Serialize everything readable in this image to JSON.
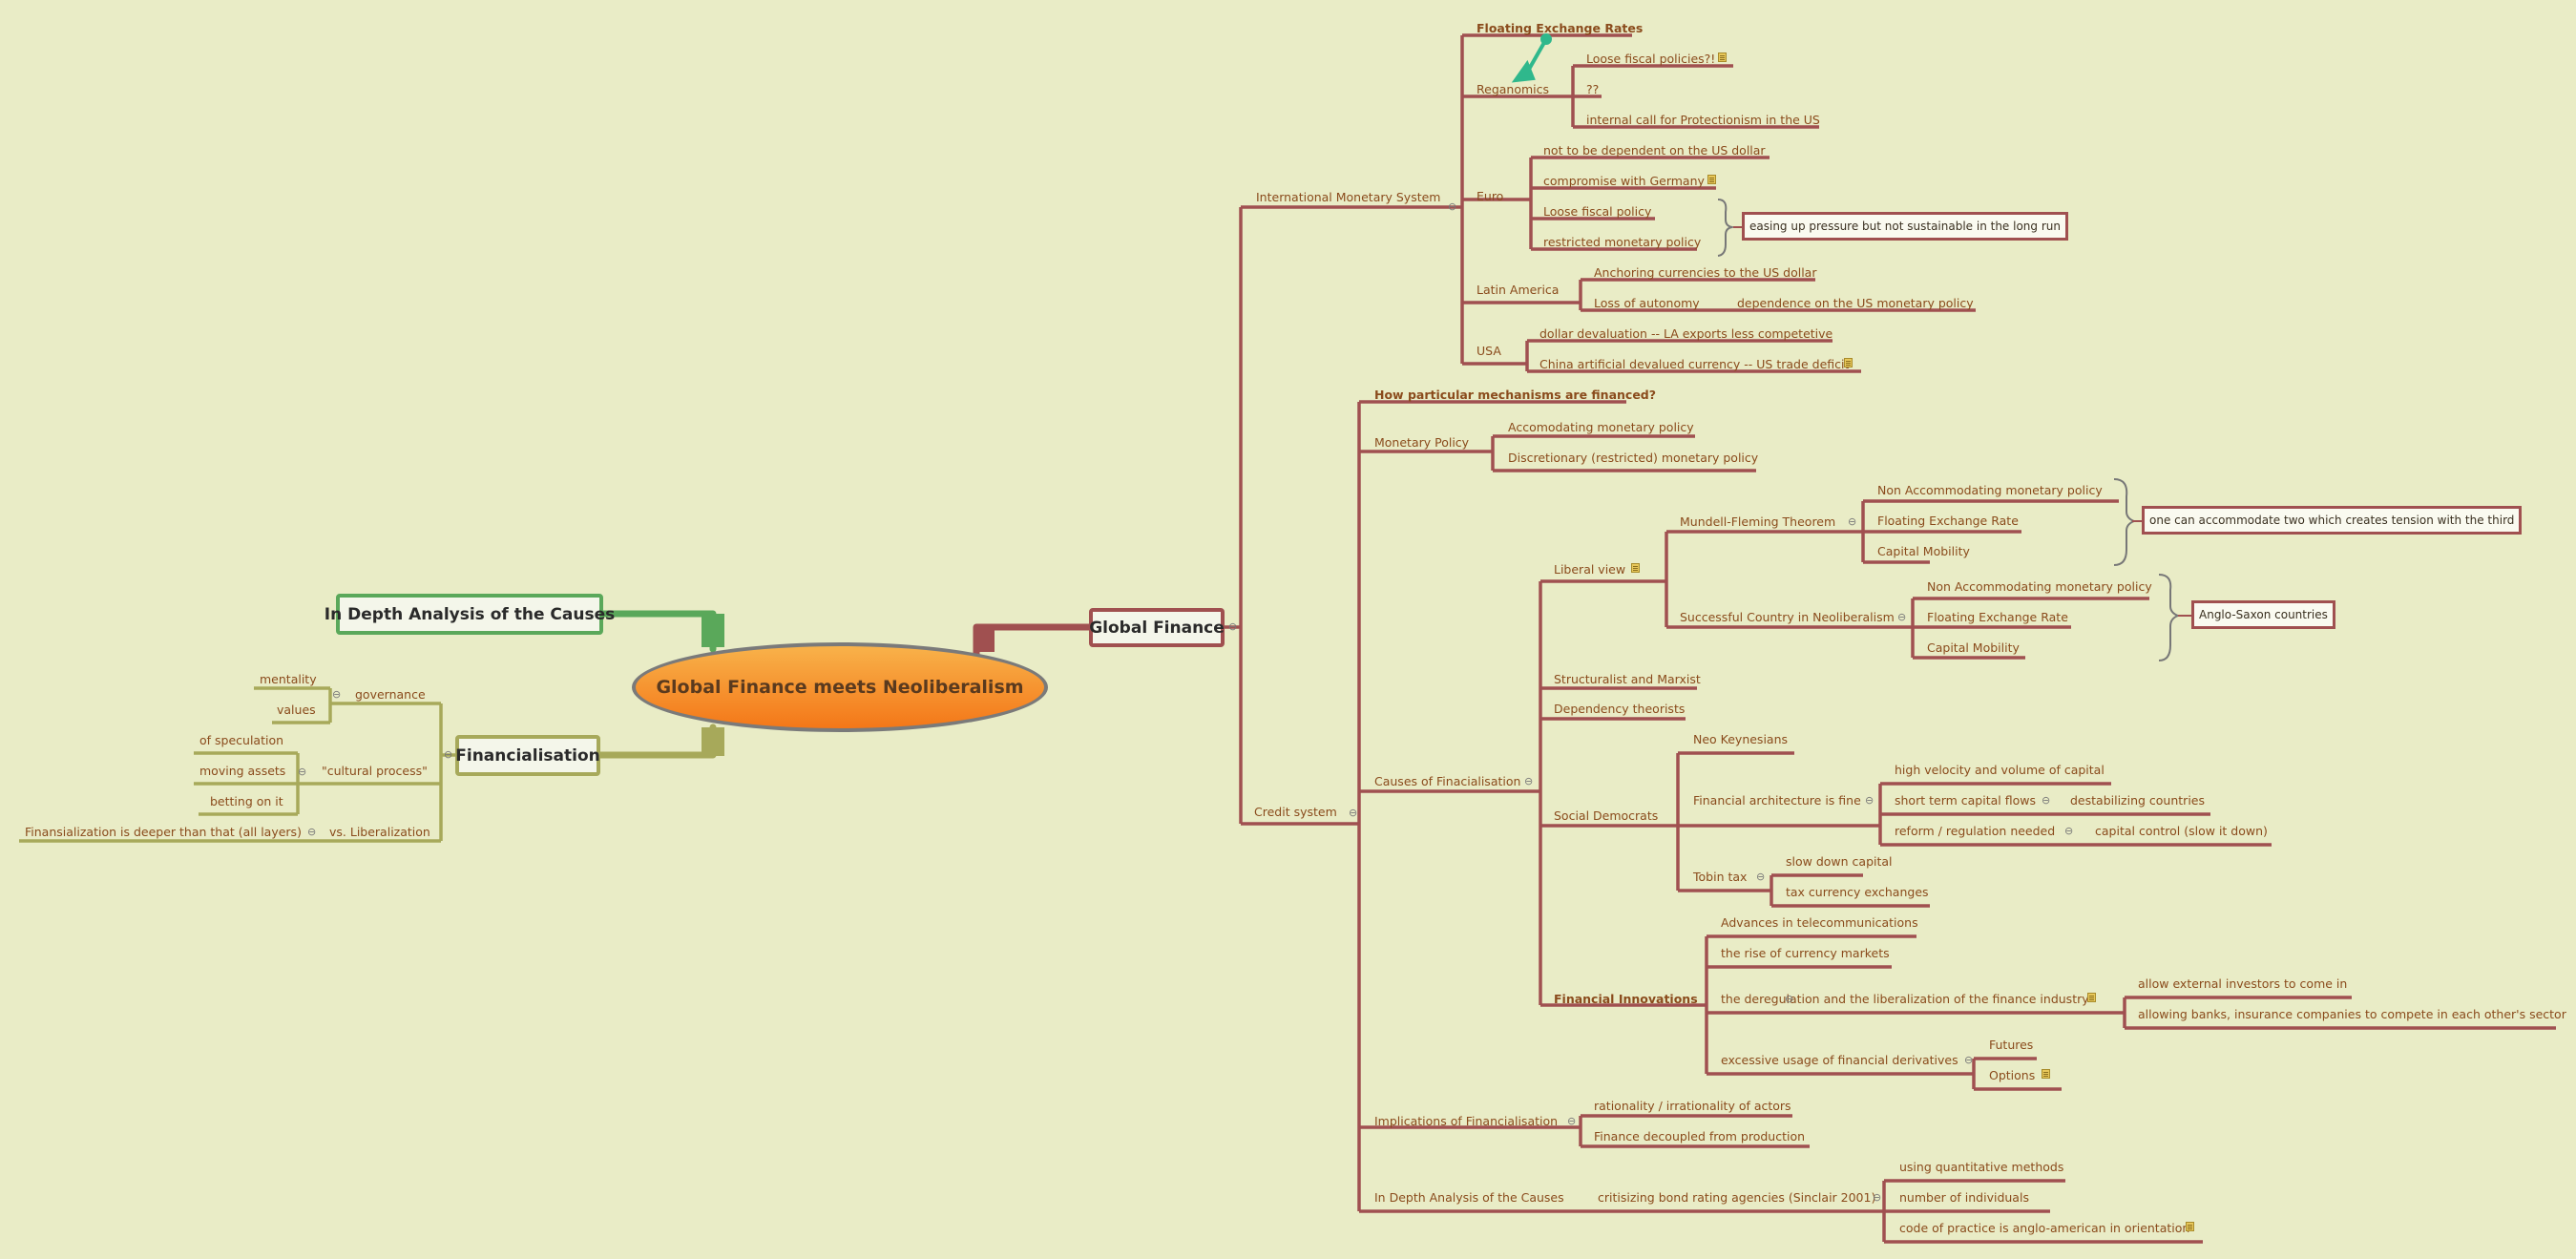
{
  "central": "Global Finance meets Neoliberalism",
  "main": {
    "global_finance": "Global Finance",
    "in_depth": "In Depth Analysis of the Causes",
    "financialisation": "Financialisation"
  },
  "ims": {
    "label": "International Monetary System",
    "floating": "Floating Exchange Rates",
    "reganomics": "Reganomics",
    "reg_items": [
      "Loose fiscal policies?!",
      "??",
      "internal call for Protectionism in the US"
    ],
    "euro": "Euro",
    "euro_items": [
      "not to be dependent on the US dollar",
      "compromise with Germany",
      "Loose fiscal policy",
      "restricted monetary policy"
    ],
    "euro_callout": "easing up pressure but not sustainable in the long run",
    "latin": "Latin America",
    "latin_items": [
      "Anchoring currencies to the US dollar",
      "Loss of autonomy"
    ],
    "latin_sub": "dependence on the US monetary policy",
    "usa": "USA",
    "usa_items": [
      "dollar devaluation -- LA exports less competetive",
      "China artificial devalued currency -- US trade deficit"
    ]
  },
  "credit": {
    "label": "Credit system",
    "how": "How particular mechanisms are financed?",
    "monetary": "Monetary Policy",
    "monetary_items": [
      "Accomodating monetary policy",
      "Discretionary (restricted) monetary policy"
    ],
    "causes": "Causes of Finacialisation",
    "liberal": "Liberal view",
    "mundell": "Mundell-Fleming Theorem",
    "mundell_items": [
      "Non Accommodating monetary policy",
      "Floating Exchange Rate",
      "Capital Mobility"
    ],
    "mundell_callout": "one can accommodate two which creates tension with the third",
    "successful": "Successful Country in Neoliberalism",
    "successful_items": [
      "Non Accommodating monetary policy",
      "Floating Exchange Rate",
      "Capital Mobility"
    ],
    "successful_callout": "Anglo-Saxon countries",
    "structuralist": "Structuralist and Marxist",
    "dependency": "Dependency theorists",
    "social": "Social Democrats",
    "neo": "Neo Keynesians",
    "fin_arch": "Financial architecture is fine",
    "fin_arch_items": [
      "high velocity and volume of capital",
      "short term capital flows",
      "reform / regulation needed"
    ],
    "destab": "destabilizing countries",
    "capital_control": "capital control (slow it down)",
    "tobin": "Tobin tax",
    "tobin_items": [
      "slow down capital",
      "tax currency exchanges"
    ],
    "fin_innov": "Financial Innovations",
    "innov_items": [
      "Advances in telecommunications",
      "the rise of currency markets",
      "the deregulation and the liberalization of the finance industry",
      "excessive usage of financial derivatives"
    ],
    "dereg_items": [
      "allow external investors to come in",
      "allowing banks, insurance companies to compete in each other's sector"
    ],
    "deriv_items": [
      "Futures",
      "Options"
    ],
    "implications": "Implications of Financialisation",
    "impl_items": [
      "rationality / irrationality of actors",
      "Finance decoupled from production"
    ],
    "in_depth": "In Depth Analysis of the Causes",
    "criticizing": "critisizing bond rating agencies (Sinclair 2001)",
    "crit_items": [
      "using quantitative methods",
      "number of individuals",
      "code of practice is anglo-american in orientation"
    ]
  },
  "fin": {
    "governance": "governance",
    "gov_items": [
      "mentality",
      "values"
    ],
    "cultural": "\"cultural process\"",
    "cult_items": [
      "of speculation",
      "moving assets",
      "betting on it"
    ],
    "vs": "vs. Liberalization",
    "vs_item": "Finansialization is deeper than that (all layers)"
  },
  "colors": {
    "background": "#e9ecc6",
    "branch_red": "#a05050",
    "branch_green": "#5aa85a",
    "branch_olive": "#a7a95a",
    "text": "#8a4b1c",
    "central_fill": "#f58a24",
    "arrow": "#2fb88c"
  }
}
